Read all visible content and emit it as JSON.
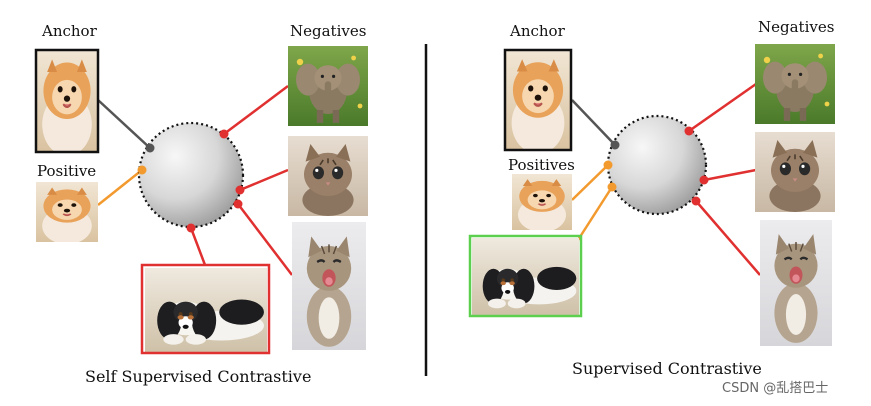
{
  "left_panel": {
    "anchor_label": "Anchor",
    "positive_label": "Positive",
    "negatives_label": "Negatives",
    "caption": "Self Supervised Contrastive"
  },
  "right_panel": {
    "anchor_label": "Anchor",
    "positives_label": "Positives",
    "negatives_label": "Negatives",
    "caption": "Supervised Contrastive"
  },
  "watermark": "CSDN @乱搭巴士",
  "colors": {
    "anchor_line": "#555555",
    "positive_line": "#f29a2e",
    "negative_line": "#e03030",
    "highlight_negative_frame": "#e03030",
    "highlight_positive_frame": "#5ccf4f",
    "divider": "#111111"
  },
  "images": {
    "anchor": "pomeranian-dog",
    "positive": "pomeranian-dog",
    "negative_1": "elephant",
    "negative_2": "kitten",
    "negative_3": "kitten-yawning",
    "spaniel": "spaniel-dog"
  }
}
